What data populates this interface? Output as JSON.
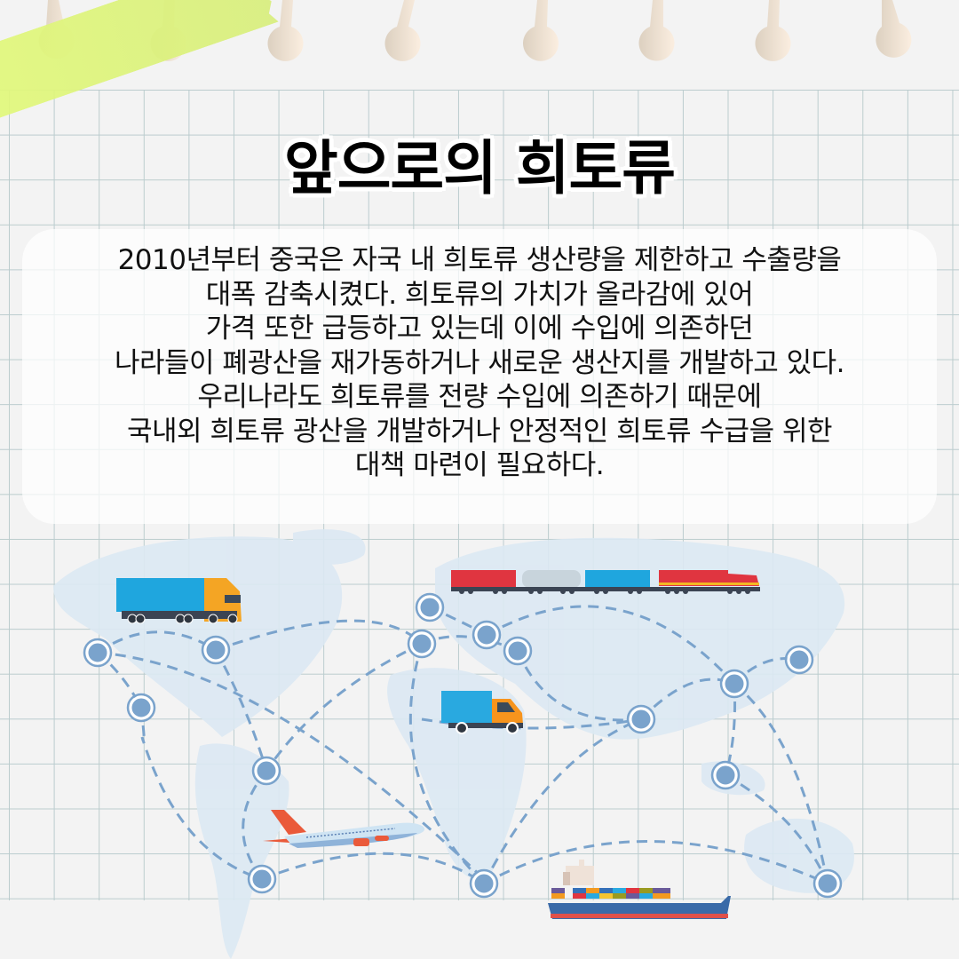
{
  "title": "앞으로의 희토류",
  "body": {
    "lines": [
      "2010년부터 중국은 자국 내 희토류 생산량을 제한하고 수출량을",
      "대폭 감축시켰다. 희토류의 가치가 올라감에 있어",
      "가격 또한 급등하고 있는데 이에 수입에 의존하던",
      "나라들이 폐광산을 재가동하거나 새로운 생산지를 개발하고 있다.",
      "우리나라도 희토류를 전량 수입에 의존하기 때문에",
      "국내외 희토류 광산을 개발하거나 안정적인 희토류 수급을 위한",
      "대책 마련이 필요하다."
    ]
  },
  "illustration": {
    "type": "world-logistics-map",
    "vehicles": [
      "container-truck-icon",
      "freight-train-icon",
      "delivery-van-icon",
      "airplane-icon",
      "container-ship-icon"
    ],
    "colors": {
      "continent": "#dce9f3",
      "route": "#7aa3cc",
      "node": "#7aa3cc",
      "tape": "#dff37a",
      "grid": "#a9c0c2",
      "background": "#f3f3f3"
    }
  }
}
